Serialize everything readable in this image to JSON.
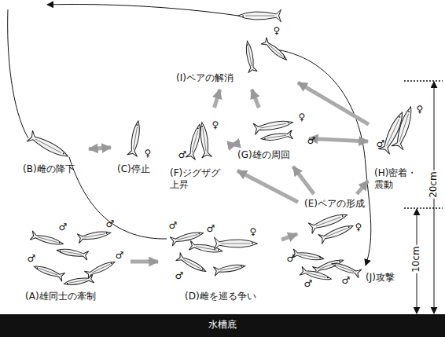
{
  "diagram": {
    "nodes": [
      {
        "text": [
          "(A)雄同士の牽制"
        ]
      },
      {
        "text": [
          "(B)雌の降下"
        ]
      },
      {
        "text": [
          "(C)停止"
        ]
      },
      {
        "text": [
          "(D)雌を巡る争い"
        ]
      },
      {
        "text": [
          "(E)ペアの形成"
        ]
      },
      {
        "text": [
          "(F)ジグザグ 上昇"
        ]
      },
      {
        "text": [
          "(G)雄の周回"
        ]
      },
      {
        "text": [
          "(H)密着・ 震動"
        ]
      },
      {
        "text": [
          "(I)ペアの解消"
        ]
      },
      {
        "text": [
          "(J)攻撃"
        ]
      }
    ],
    "edges": [
      {
        "from": 1,
        "to": 2,
        "arrow": "both"
      },
      {
        "from": 0,
        "to": 3,
        "arrow": "to"
      },
      {
        "from": 3,
        "to": 4,
        "arrow": "to"
      },
      {
        "from": 4,
        "to": 5,
        "arrow": "to"
      },
      {
        "from": 4,
        "to": 6,
        "arrow": "to"
      },
      {
        "from": 4,
        "to": 7,
        "arrow": "to"
      },
      {
        "from": 5,
        "to": 6,
        "arrow": "both"
      },
      {
        "from": 6,
        "to": 7,
        "arrow": "both"
      },
      {
        "from": 5,
        "to": 8,
        "arrow": "to"
      },
      {
        "from": 6,
        "to": 8,
        "arrow": "to"
      },
      {
        "from": 7,
        "to": 8,
        "arrow": "to"
      }
    ],
    "labels": [
      "♀",
      "♀",
      "♀",
      "♂",
      "♀",
      "♂",
      "♀",
      "♂",
      "♀",
      "♂",
      "♂",
      "♂",
      "♀",
      "♂",
      "♂",
      "♂",
      "♂",
      "♂",
      "♂",
      "♂",
      "水槽底",
      "20cm",
      "10cm"
    ]
  }
}
